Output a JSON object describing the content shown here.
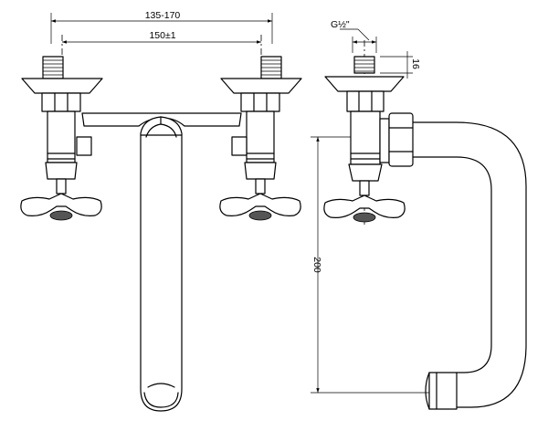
{
  "dimensions": {
    "overall_width": "135-170",
    "center_distance": "150±1",
    "thread_size": "G½\"",
    "thread_length": "16",
    "spout_height": "200"
  }
}
